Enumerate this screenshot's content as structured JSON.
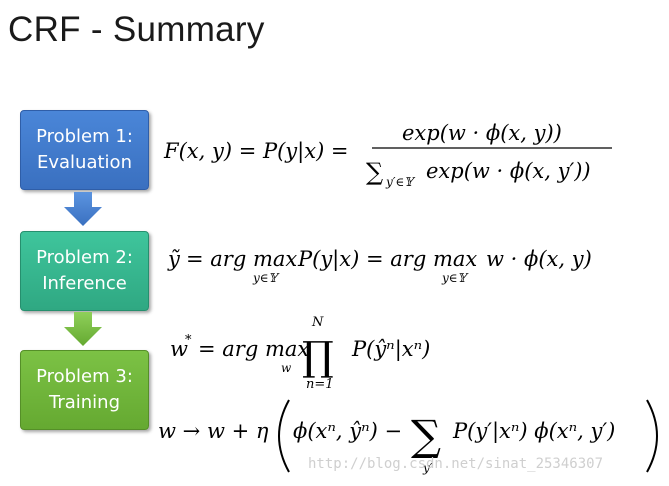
{
  "title": "CRF - Summary",
  "problems": [
    {
      "line1": "Problem 1:",
      "line2": "Evaluation",
      "color": "#4a86d8"
    },
    {
      "line1": "Problem 2:",
      "line2": "Inference",
      "color": "#3fc59c"
    },
    {
      "line1": "Problem 3:",
      "line2": "Training",
      "color": "#7cc245"
    }
  ],
  "watermark": "http://blog.csdn.net/sinat_25346307"
}
